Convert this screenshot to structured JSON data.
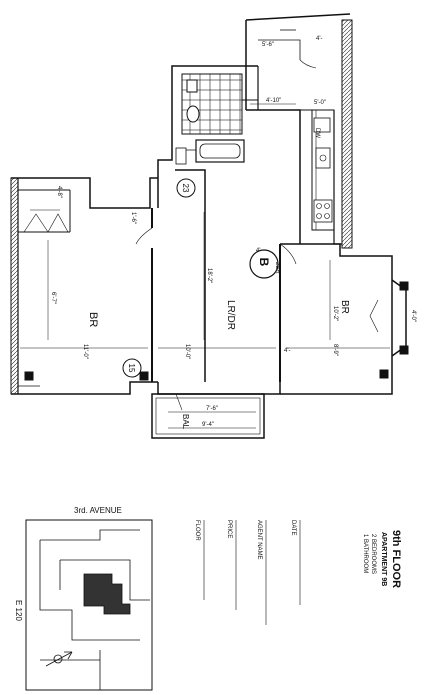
{
  "rooms": {
    "br_left": "BR",
    "lr_dr": "LR/DR",
    "br_right": "BR",
    "bal": "BAL"
  },
  "dimensions": {
    "br_left_width": "11'-0\"",
    "br_left_depth": "6'-7\"",
    "closet_left": "4'-8\"",
    "closet_small": "1'-6\"",
    "lr_width": "10'-0\"",
    "lr_depth": "18'-2\"",
    "br_right_width": "8'-9\"",
    "br_right_depth": "10'-2\"",
    "bay_right": "4'-0\"",
    "bal_outer": "7'-6\"",
    "bal_inner": "9'-4\"",
    "bath_width": "4'-10\"",
    "kitchen_top": "5'-6\"",
    "kitchen_mid": "5'-0\"",
    "small_a": "4'-",
    "small_b": "4'-",
    "small_c": "4'-"
  },
  "markers": {
    "unit_a": "23",
    "unit_b": "15",
    "apt_letter": "B",
    "apt_sub": "2BR",
    "appliance": "DW"
  },
  "info": {
    "floor": "9th FLOOR",
    "apartment": "APARTMENT 9B",
    "bedrooms": "2 BEDROOMS",
    "bathroom": "1 BATHROOM",
    "fields": [
      "DATE",
      "AGENT NAME",
      "PRICE",
      "FLOOR"
    ]
  },
  "keyplan": {
    "avenue": "3rd. AVENUE",
    "street": "E 120"
  }
}
